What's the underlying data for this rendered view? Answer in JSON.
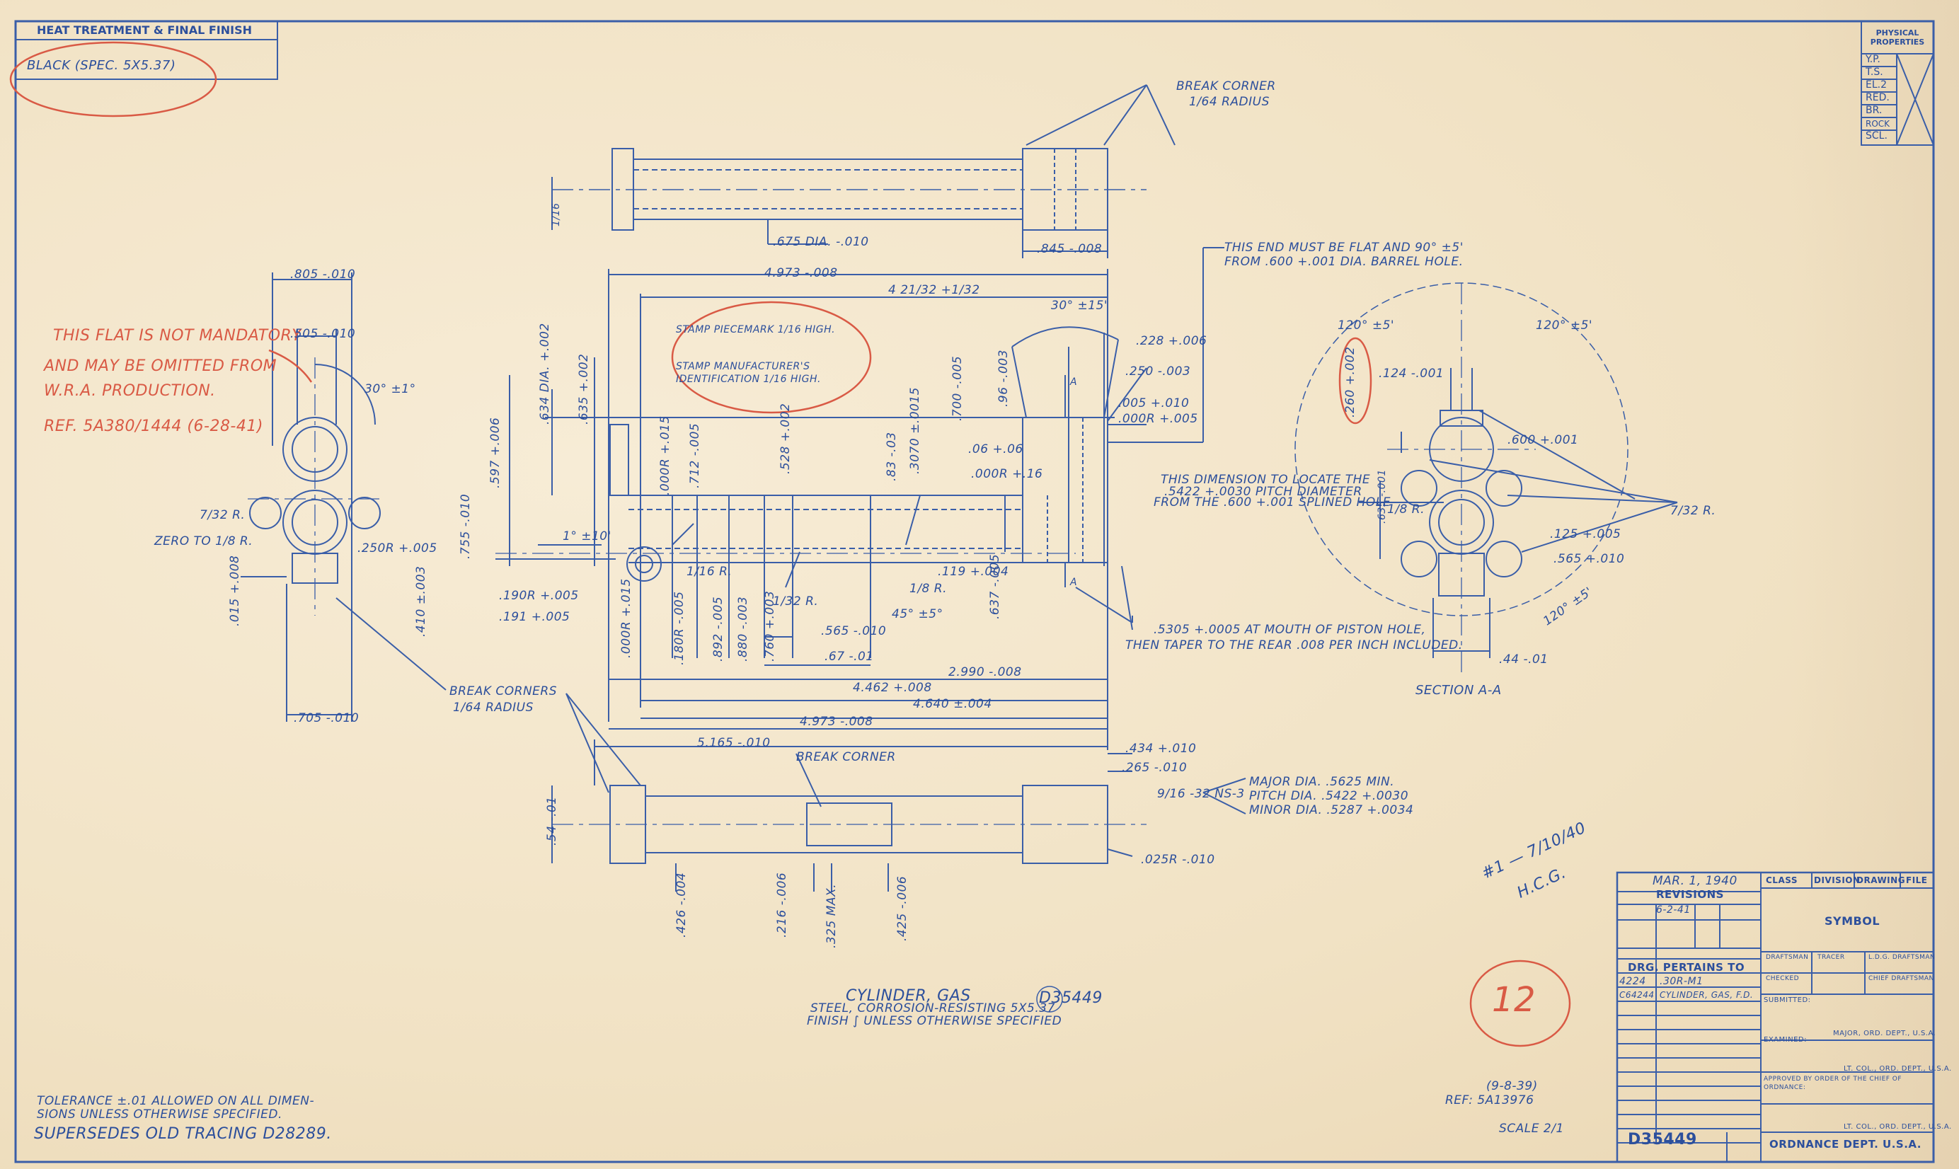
{
  "finish_block": {
    "header": "HEAT TREATMENT & FINAL FINISH",
    "value": "BLACK (SPEC. 5X5.37)"
  },
  "physical_properties": {
    "header": "PHYSICAL PROPERTIES",
    "rows": [
      "Y.P.",
      "T.S.",
      "EL.2",
      "RED.",
      "BR.",
      "ROCK",
      "SCL."
    ]
  },
  "red_note": {
    "line1": "THIS FLAT IS NOT MANDATORY",
    "line2": "AND MAY BE OMITTED FROM",
    "line3": "W.R.A. PRODUCTION.",
    "line4": "REF. 5A380/1444 (6-28-41)"
  },
  "top_view": {
    "break_corner": "BREAK CORNER",
    "radius": "1/64 RADIUS",
    "dia": ".675 DIA. -.010",
    "dim_845": ".845 -.008",
    "dim_left": "1/16"
  },
  "end_view": {
    "w805": ".805 -.010",
    "w505": ".505 -.010",
    "angle": "30° ±1°",
    "r732": "7/32 R.",
    "zero_to": "ZERO TO 1/8 R.",
    "r250": ".250R +.005",
    "d015": ".015 +.008",
    "d410": ".410 ±.003",
    "w705": ".705 -.010",
    "break_corners": "BREAK CORNERS",
    "radius": "1/64 RADIUS"
  },
  "side_view": {
    "d4973": "4.973 -.008",
    "d4_21_32": "4 21/32 +1/32",
    "stamp1": "STAMP PIECEMARK 1/16 HIGH.",
    "stamp2": "STAMP MANUFACTURER'S",
    "stamp3": "IDENTIFICATION 1/16 HIGH.",
    "angle30": "30° ±15'",
    "d228": ".228 +.006",
    "d250": ".250 -.003",
    "d005": ".005 +.010",
    "d000r": ".000R +.005",
    "d634": ".634 DIA. +.002",
    "d635": ".635 +.002",
    "d597": ".597 +.006",
    "d755": ".755 -.010",
    "d000r015": ".000R +.015",
    "d712": ".712 -.005",
    "d528": ".528 +.002",
    "d83": ".83 -.03",
    "d3070": ".3070 ±.0015",
    "d700": ".700 -.005",
    "d96": ".96 -.003",
    "d06": ".06 +.06",
    "d000r16": ".000R +.16",
    "a_label": "A",
    "angle10": "1° ±10'",
    "d190r": ".190R +.005",
    "d191": ".191 +.005",
    "r116": "1/16 R.",
    "d000r015b": ".000R +.015",
    "d180r": ".180R -.005",
    "d892": ".892 -.005",
    "d880": ".880 -.003",
    "d760": ".760 +.003",
    "r132": "1/32 R.",
    "r18": "1/8 R.",
    "d565": ".565 -.010",
    "d67": ".67 -.01",
    "angle45": "45° ±5°",
    "d119": ".119 +.004",
    "d637": ".637 -.005",
    "d2990": "2.990 -.008",
    "d4462": "4.462 +.008",
    "d4640": "4.640 ±.004",
    "d4973b": "4.973 -.008",
    "d5305_1": ".5305 +.0005 AT MOUTH OF PISTON HOLE,",
    "d5305_2": "THEN TAPER TO THE REAR .008 PER INCH INCLUDED."
  },
  "section_view": {
    "flat1": "THIS END MUST BE FLAT AND 90° ±5'",
    "flat2": "FROM .600 +.001 DIA. BARREL HOLE.",
    "a120a": "120° ±5'",
    "a120b": "120° ±5'",
    "a120c": "120° ±5'",
    "d124": ".124 -.001",
    "d260": ".260 +.002",
    "d600": ".600 +.001",
    "loc1": "THIS DIMENSION TO LOCATE THE",
    "loc2": ".5422 +.0030 PITCH DIAMETER",
    "loc3": "FROM THE .600 +.001 SPLINED HOLE",
    "d635b": ".635 -.001",
    "r18": "1/8 R.",
    "r732": "7/32 R.",
    "d125": ".125 +.005",
    "d565": ".565 +.010",
    "d44": ".44 -.01",
    "caption": "SECTION A-A"
  },
  "bottom_view": {
    "d5165": "5.165 -.010",
    "break_corner": "BREAK CORNER",
    "d434": ".434 +.010",
    "d265": ".265 -.010",
    "thread": "9/16 -32 NS-3",
    "major": "MAJOR DIA. .5625 MIN.",
    "pitch": "PITCH DIA. .5422 +.0030",
    "minor": "MINOR DIA. .5287 +.0034",
    "d54": ".54 -.01",
    "d025r": ".025R -.010",
    "d426": ".426 -.004",
    "d216": ".216 -.006",
    "d325": ".325 MAX.",
    "d425": ".425 -.006"
  },
  "title": {
    "name": "CYLINDER, GAS",
    "number": "D35449",
    "material": "STEEL, CORROSION-RESISTING 5X5.37",
    "finish": "FINISH ∫ UNLESS OTHERWISE SPECIFIED"
  },
  "notes": {
    "tol1": "TOLERANCE ±.01 ALLOWED ON ALL DIMEN-",
    "tol2": "SIONS UNLESS OTHERWISE SPECIFIED.",
    "supersedes": "SUPERSEDES OLD TRACING D28289.",
    "ref_date": "(9-8-39)",
    "ref": "REF: 5A13976",
    "scale": "SCALE 2/1",
    "rev_mark": "#1 — 7/10/40",
    "initials": "H.C.G.",
    "circled": "12"
  },
  "title_block": {
    "date": "MAR. 1, 1940",
    "revisions": "REVISIONS",
    "rev1": "6-2-41",
    "class": "CLASS",
    "division": "DIVISION",
    "drawing": "DRAWING",
    "file": "FILE",
    "symbol": "SYMBOL",
    "pertains": "DRG. PERTAINS TO",
    "p1a": "4224",
    "p1b": ".30R-M1",
    "p2a": "C64244",
    "p2b": "CYLINDER, GAS, F.D.",
    "draftsman": "DRAFTSMAN",
    "tracer": "TRACER",
    "ldg": "L.D.G. DRAFTSMAN",
    "checked": "CHECKED",
    "chief": "CHIEF DRAFTSMAN",
    "submitted": "SUBMITTED:",
    "examined": "EXAMINED:",
    "major": "MAJOR, ORD. DEPT., U.S.A.",
    "ltcol1": "LT. COL., ORD. DEPT., U.S.A.",
    "approved1": "APPROVED BY ORDER OF THE CHIEF OF",
    "approved2": "ORDNANCE:",
    "ltcol2": "LT. COL., ORD. DEPT., U.S.A.",
    "number": "D35449",
    "dept": "ORDNANCE DEPT. U.S.A."
  }
}
